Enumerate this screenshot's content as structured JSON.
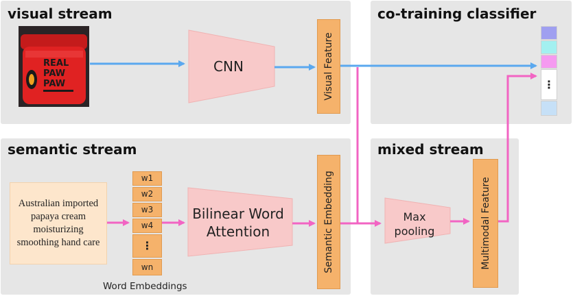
{
  "panels": {
    "visual": "visual stream",
    "classifier": "co-training classifier",
    "semantic": "semantic stream",
    "mixed": "mixed stream"
  },
  "nodes": {
    "cnn": "CNN",
    "visual_feature": "Visual Feature",
    "bilinear_line1": "Bilinear Word",
    "bilinear_line2": "Attention",
    "semantic_embedding": "Semantic Embedding",
    "max_line1": "Max",
    "max_line2": "pooling",
    "multimodal_feature": "Multimodal Feature"
  },
  "description": "Australian imported papaya cream moisturizing smoothing hand care",
  "product_label": [
    "REAL",
    "PAW",
    "PAW"
  ],
  "words": [
    "w1",
    "w2",
    "w3",
    "w4",
    "⋮",
    "wn"
  ],
  "word_embeddings_caption": "Word Embeddings",
  "classifier_cells": [
    {
      "color": "#9f9ff0"
    },
    {
      "color": "#a3f0f0"
    },
    {
      "color": "#f59af0"
    },
    {
      "color": "#ffffff",
      "text": "⋮"
    },
    {
      "color": "#c6e0f7"
    }
  ],
  "colors": {
    "panel": "#e6e6e6",
    "trapezoid": "#f8c9c9",
    "feature_bar": "#f5b26b",
    "blue_arrow": "#5aa8ef",
    "pink_arrow": "#f264c3",
    "description_box": "#fde6cc"
  }
}
